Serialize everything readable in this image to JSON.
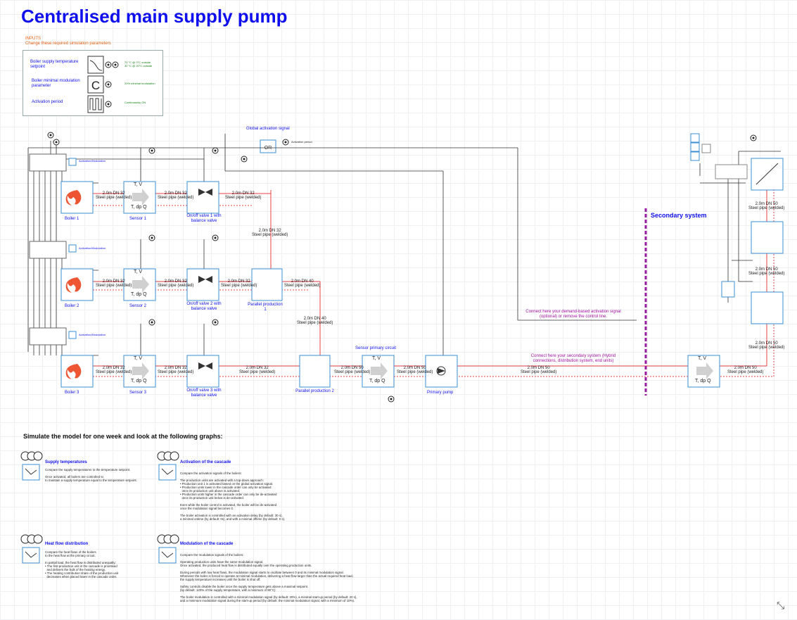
{
  "title": "Centralised main supply pump",
  "inputs": {
    "header": "INPUTS",
    "subheader": "Change these required simulation parameters",
    "rows": [
      {
        "label": "Boiler supply temperature setpoint",
        "icon": "curve-icon",
        "value": "70 °C @ 0°C outside\n30 °C @ 20°C outside"
      },
      {
        "label": "Boiler minimal modulation parameter",
        "icon": "constant-icon",
        "value": "20% minimal modulation"
      },
      {
        "label": "Activation period",
        "icon": "pulse-icon",
        "value": "Continuously ON"
      }
    ]
  },
  "global_activation": {
    "label": "Global activation signal",
    "side": "Activation period"
  },
  "boilers": [
    {
      "label": "Boiler 1",
      "sensor": "Sensor 1",
      "valve": "On/off valve 1 with balance valve",
      "control": "Boiler 1"
    },
    {
      "label": "Boiler 2",
      "sensor": "Sensor 2",
      "valve": "On/off valve 2 with balance valve",
      "control": "Boiler 2"
    },
    {
      "label": "Boiler 3",
      "sensor": "Sensor 3",
      "valve": "On/off valve 3 with balance valve",
      "control": "Boiler 3"
    }
  ],
  "controller_text": "Activation/Modulation",
  "pipes": {
    "dn32": "2.0m DN 32",
    "dn40": "2.0m DN 40",
    "dn50": "2.0m DN 50",
    "steel": "Steel pipe (welded)"
  },
  "sensor_symbols": {
    "top": "T, V",
    "bottom": "T, dp Q"
  },
  "parallel": [
    "Parallel production 1",
    "Parallel production 2"
  ],
  "sensor_primary": "Sensor primary circuit",
  "primary_pump": "Primary pump",
  "secondary_system": "Secondary system",
  "connect_activation": "Connect here your demand-based activation signal (optional) or remove the control line.",
  "connect_secondary": "Connect here your secondary system (Hybrid connections, distribution system, end units)",
  "simulate": "Simulate the model for one week and look at the following graphs:",
  "cards": [
    {
      "title": "Supply temperatures",
      "desc": "Compare the supply temperatures to the temperature setpoint.\n\nOnce activated, all boilers are controlled to\nto maintain a supply temperature equal to the temperature setpoint."
    },
    {
      "title": "Activation of the cascade",
      "desc": "Compare the activation signals of the boilers:\n\nThe production units are activated with a top-down approach:\n• Production unit 1 is activated based on the global activation signal.\n• Production units lower in the cascade order can only be activated\n  once its production unit above is activated.\n• Production units higher in the cascade order can only be de-activated\n  once its production unit below is de-activated.\n\nEven while the boiler control is activated, the boiler will be de-activated\nonce the modulation signal becomes 0.\n\nThe boiler activation is controlled with an activation delay (by default: 30 s),\na minimal ontime (by default: 0s), and with a minimal offtime (by default: 0 s)."
    },
    {
      "title": "Heat flow distribution",
      "desc": "Compare the heat flows of the boilers\nto the heat flow at the primary circuit.\n\nIn partial load, the heat flow is distributed unequally:\n• The first production unit in the cascade is prioritised\n  and delivers the bulk of the heating energy.\n• The heating contribution share of the production unit\n  decreases when placed lower in the cascade order."
    },
    {
      "title": "Modulation of the cascade",
      "desc": "Compare the modulation signals of the boilers:\n\nOperating production units have the same modulation signal.\nOnce activated, the produced heat flow is distributed equally over the operating production units.\n\nDuring periods with low heat flows, the modulation signal starts to oscillate between 0 and its minimal modulation signal.\nWhenever the boiler is forced to operate at minimal modulation, delivering a heat flow larger than the actual required heat load,\nthe supply temperature increases until the boiler is shut off.\n\nSafety controls disable the boiler once the supply temperature gets above a maximal setpoint.\n(by default: 120% of the supply temperature, with a minimum of 90°C)\n\nThe boiler modulation is controlled with a minimal modulation signal (by default: 20%), a minimal start-up period (by default: 20 s),\nand a minimum modulation signal during the start-up period (by default: the minimal modulation signal, with a minimum of 10%)."
    }
  ],
  "colors": {
    "title": "#1010ee",
    "block_border": "#3a8fd0",
    "hot_line": "#e84040",
    "purple": "#9a1aa0",
    "green": "#108010"
  }
}
